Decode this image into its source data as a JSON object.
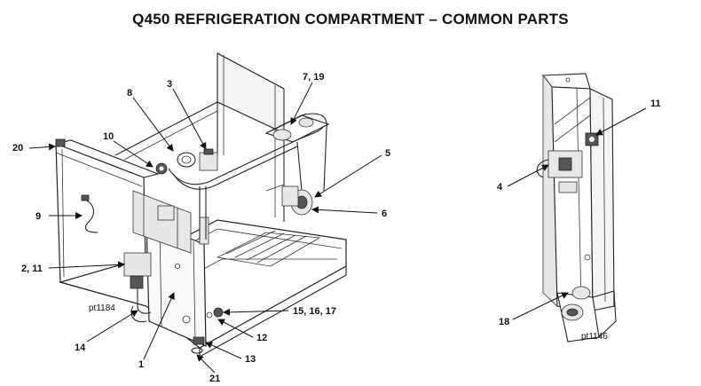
{
  "title": "Q450 REFRIGERATION COMPARTMENT – COMMON PARTS",
  "figures": {
    "left_ref": "pt1184",
    "right_ref": "pt1146"
  },
  "callouts": {
    "c20": "20",
    "c10": "10",
    "c8": "8",
    "c3": "3",
    "c7_19": "7, 19",
    "c5": "5",
    "c6": "6",
    "c9": "9",
    "c2_11": "2, 11",
    "c14": "14",
    "c1": "1",
    "c21": "21",
    "c13": "13",
    "c12": "12",
    "c15_16_17": "15, 16, 17",
    "c11r": "11",
    "c4": "4",
    "c18": "18"
  }
}
